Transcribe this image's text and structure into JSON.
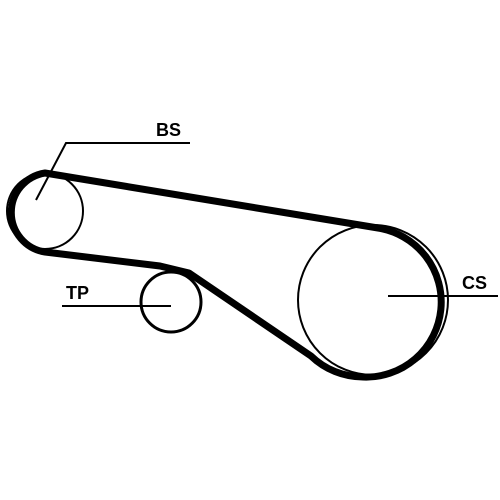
{
  "colors": {
    "belt": "#000000",
    "pulley": "#000000",
    "background": "#ffffff"
  },
  "labels": {
    "bs": "BS",
    "tp": "TP",
    "cs": "CS"
  }
}
